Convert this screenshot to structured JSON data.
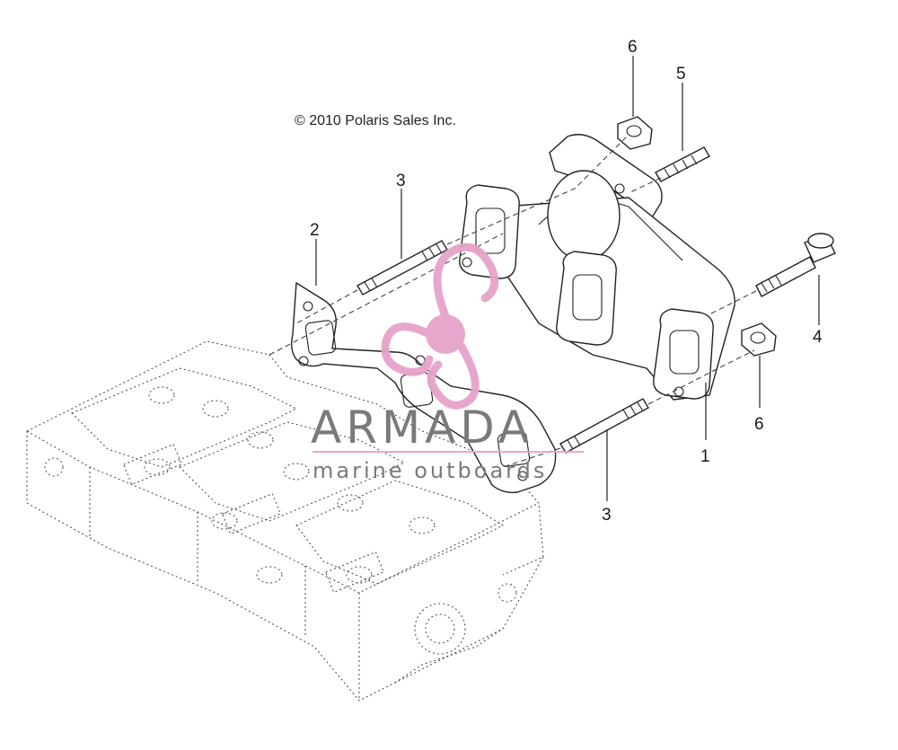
{
  "copyright": "© 2010 Polaris Sales Inc.",
  "callouts": {
    "c1": "1",
    "c2": "2",
    "c3_top": "3",
    "c3_bottom": "3",
    "c4": "4",
    "c5": "5",
    "c6_top": "6",
    "c6_right": "6"
  },
  "watermark": {
    "title": "ARMADA",
    "subtitle": "marine outboards",
    "logo_color": "#e6a3cb",
    "text_color": "#7a7a7a"
  }
}
